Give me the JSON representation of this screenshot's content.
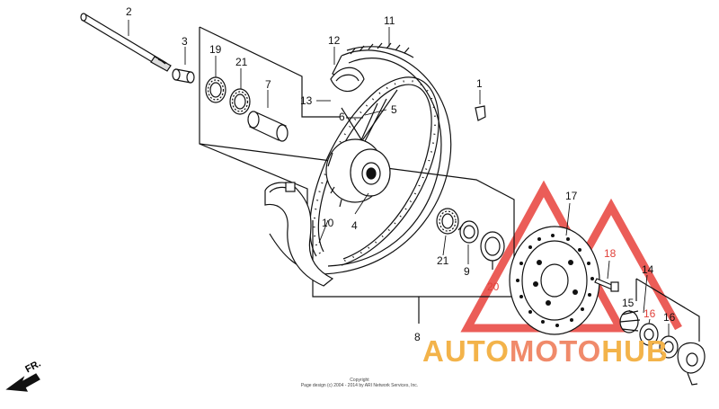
{
  "diagram": {
    "callouts": [
      {
        "id": "c1",
        "text": "1"
      },
      {
        "id": "c2",
        "text": "2"
      },
      {
        "id": "c3",
        "text": "3"
      },
      {
        "id": "c4",
        "text": "4"
      },
      {
        "id": "c5",
        "text": "5"
      },
      {
        "id": "c6",
        "text": "6"
      },
      {
        "id": "c7",
        "text": "7"
      },
      {
        "id": "c8",
        "text": "8"
      },
      {
        "id": "c9",
        "text": "9"
      },
      {
        "id": "c10",
        "text": "10"
      },
      {
        "id": "c11",
        "text": "11"
      },
      {
        "id": "c12",
        "text": "12"
      },
      {
        "id": "c13",
        "text": "13"
      },
      {
        "id": "c14",
        "text": "14"
      },
      {
        "id": "c15",
        "text": "15"
      },
      {
        "id": "c16a",
        "text": "16"
      },
      {
        "id": "c16b",
        "text": "16"
      },
      {
        "id": "c17",
        "text": "17"
      },
      {
        "id": "c18",
        "text": "18"
      },
      {
        "id": "c19",
        "text": "19"
      },
      {
        "id": "c20",
        "text": "20"
      },
      {
        "id": "c21a",
        "text": "21"
      },
      {
        "id": "c21b",
        "text": "21"
      }
    ],
    "direction_label": "FR.",
    "copyright_line1": "Copyright",
    "copyright_line2": "Page design (c) 2004 - 2014 by ARI Network Services, Inc."
  },
  "watermark": {
    "text_part1": "AUTO",
    "text_part2": "MOTO",
    "text_part3": "HUB",
    "color_primary": "#f3b34a",
    "color_secondary": "#f08a6a",
    "triangle_color": "#e8413b"
  }
}
